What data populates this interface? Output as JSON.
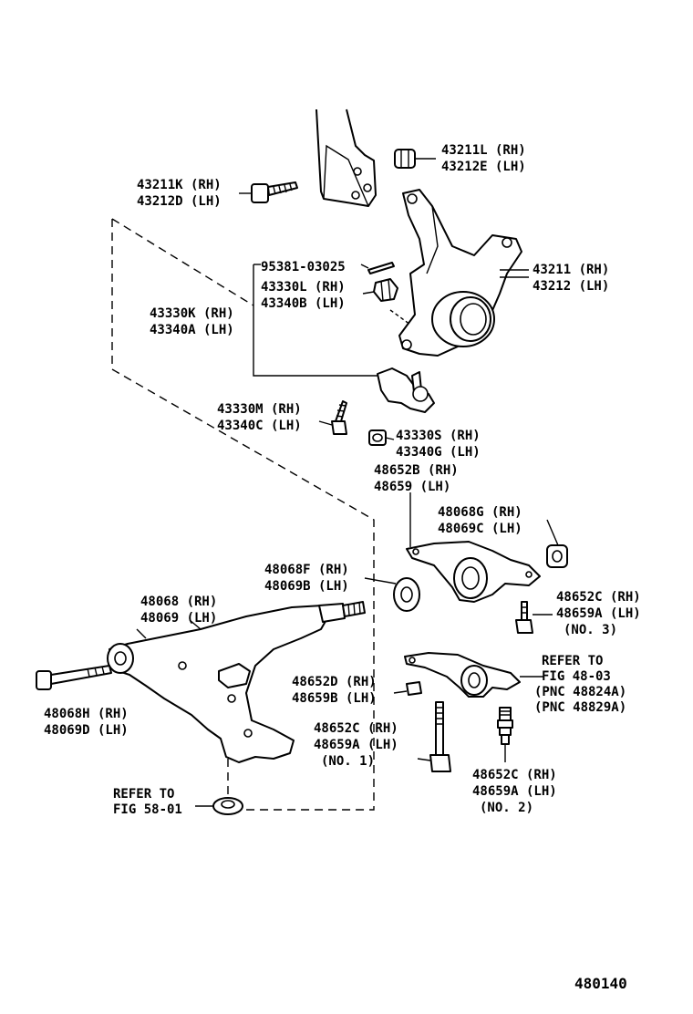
{
  "figure_number": "480140",
  "labels": {
    "knuckle_bolt": [
      "43211K (RH)",
      "43212D (LH)"
    ],
    "knuckle_nut": [
      "43211L (RH)",
      "43212E (LH)"
    ],
    "cotter_pin": "95381-03025",
    "castle_nut": [
      "43330L (RH)",
      "43340B (LH)"
    ],
    "ball_joint_assy": [
      "43330K (RH)",
      "43340A (LH)"
    ],
    "steering_knuckle": [
      "43211 (RH)",
      "43212 (LH)"
    ],
    "ball_joint_bolt": [
      "43330M (RH)",
      "43340C (LH)"
    ],
    "ball_joint_nut": [
      "43330S (RH)",
      "43340G (LH)"
    ],
    "rear_bracket": [
      "48652B (RH)",
      "48659 (LH)"
    ],
    "bushing_rear": [
      "48068G (RH)",
      "48069C (LH)"
    ],
    "bushing_front": [
      "48068F (RH)",
      "48069B (LH)"
    ],
    "lower_arm": [
      "48068 (RH)",
      "48069 (LH)"
    ],
    "bolt_no3": [
      "48652C (RH)",
      "48659A (LH)",
      "(NO. 3)"
    ],
    "arm_bolt": [
      "48068H (RH)",
      "48069D (LH)"
    ],
    "refer_48": [
      "REFER TO",
      "FIG 48-03",
      "(PNC  48824A)",
      "(PNC  48829A)"
    ],
    "nut_d": [
      "48652D (RH)",
      "48659B (LH)"
    ],
    "bolt_no1": [
      "48652C (RH)",
      "48659A (LH)",
      "(NO. 1)"
    ],
    "bolt_no2": [
      "48652C (RH)",
      "48659A (LH)",
      "(NO. 2)"
    ],
    "refer_58": [
      "REFER TO",
      "FIG 58-01"
    ]
  }
}
